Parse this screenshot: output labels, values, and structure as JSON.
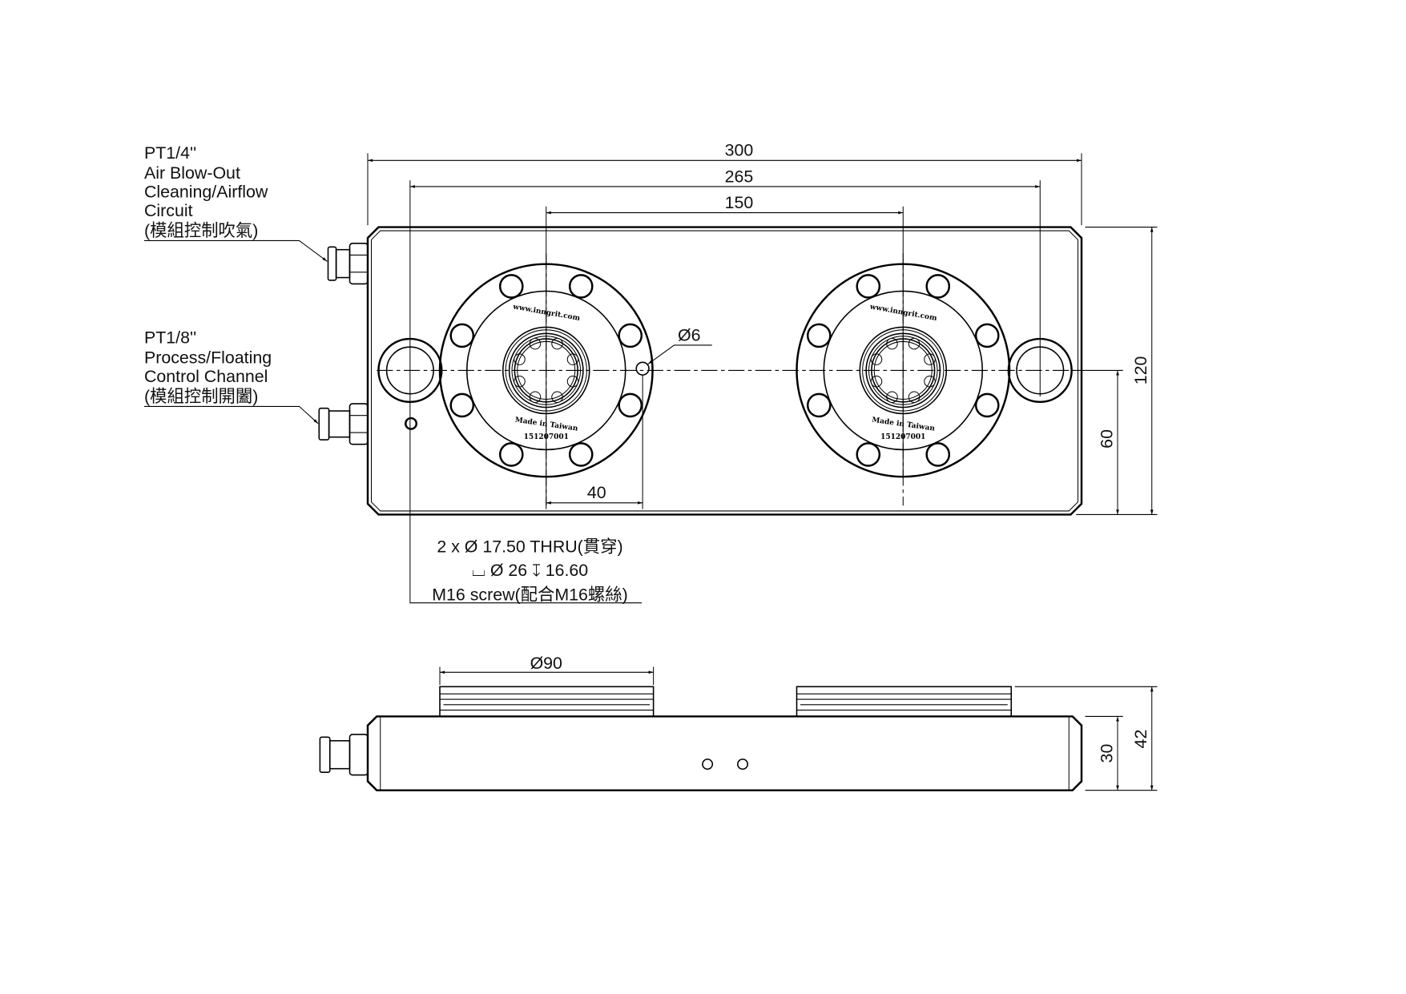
{
  "callouts": {
    "air_port": [
      "PT1/4''",
      "Air Blow-Out",
      "Cleaning/Airflow",
      "Circuit",
      "(模組控制吹氣)"
    ],
    "process_port": [
      "PT1/8''",
      "Process/Floating",
      "Control Channel",
      "(模組控制開闔)"
    ]
  },
  "dimensions": {
    "overall_length": "300",
    "hole_spacing": "265",
    "module_spacing": "150",
    "height": "120",
    "center_height": "60",
    "pin_offset": "40",
    "pin_diameter": "Ø6",
    "flange_diameter": "Ø90",
    "body_thickness": "30",
    "total_thickness": "42"
  },
  "hole_note": [
    "2 x Ø 17.50 THRU(貫穿)",
    "⌴ Ø 26 ↧ 16.60",
    "M16 screw(配合M16螺絲)"
  ],
  "flange_markings": {
    "website": "www.inngrit.com",
    "origin": "Made in Taiwan",
    "serial": "151207001"
  }
}
